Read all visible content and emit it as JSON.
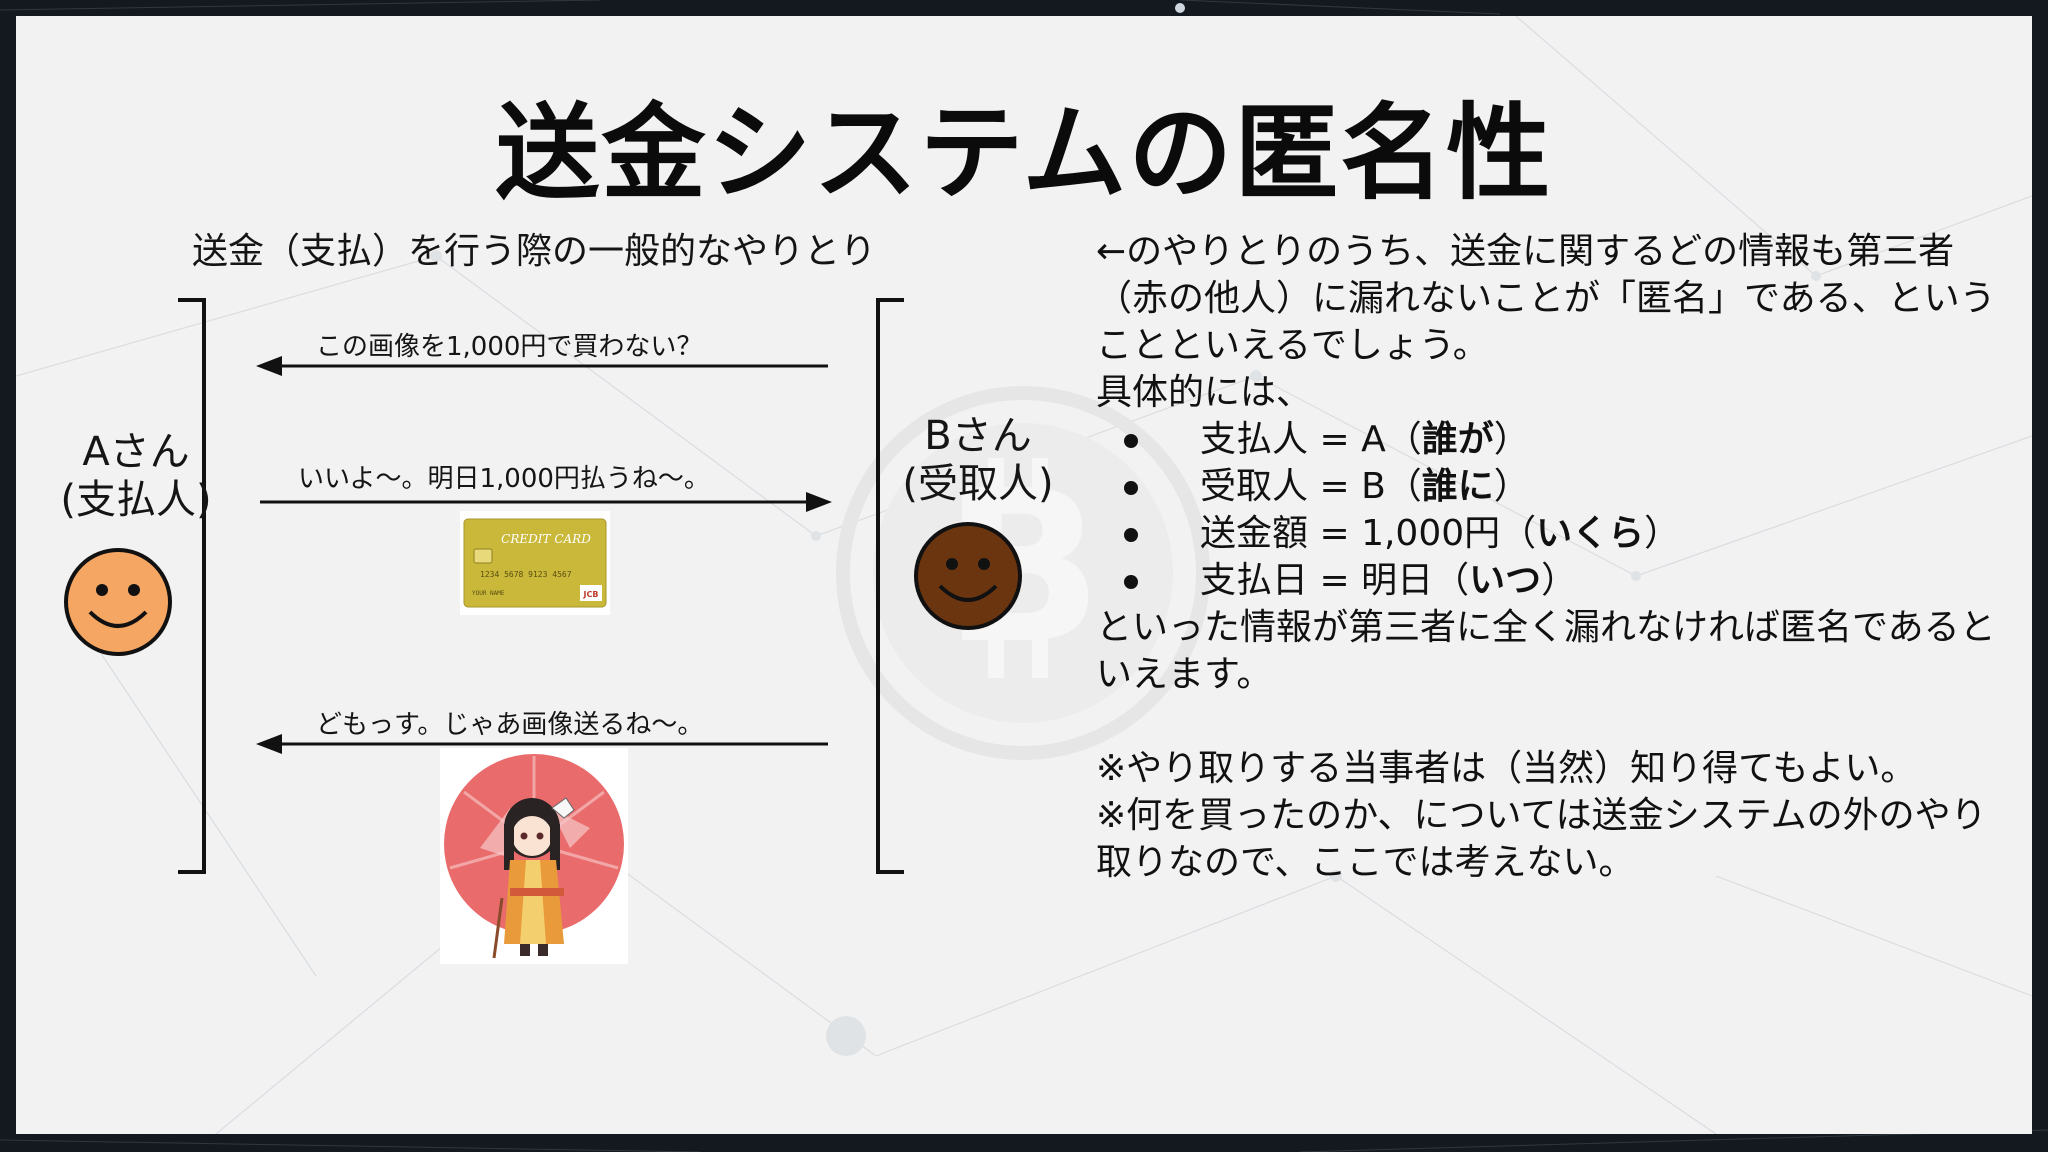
{
  "slide": {
    "title": "送金システムの匿名性",
    "subtitle": "送金（支払）を行う際の一般的なやりとり"
  },
  "actors": {
    "a_label_1": "Aさん",
    "a_label_2": "(支払人)",
    "b_label_1": "Bさん",
    "b_label_2": "(受取人)",
    "a_face_color": "#f4a662",
    "b_face_color": "#6b3510"
  },
  "messages": [
    {
      "text": "この画像を1,000円で買わない？",
      "direction": "B→A"
    },
    {
      "text": "いいよ～。明日1,000円払うね～。",
      "direction": "A→B"
    },
    {
      "text": "どもっす。じゃあ画像送るね～。",
      "direction": "B→A"
    }
  ],
  "card": {
    "brand": "CREDIT CARD",
    "number": "1234 5678 9123 4567",
    "name": "YOUR NAME",
    "issuer": "JCB"
  },
  "explanation": {
    "intro": "←のやりとりのうち、送金に関するどの情報も第三者（赤の他人）に漏れないことが「匿名」である、ということといえるでしょう。",
    "lead": "具体的には、",
    "items": [
      {
        "term": "支払人",
        "value": "= A（",
        "emph": "誰が",
        "close": "）"
      },
      {
        "term": "受取人",
        "value": "= B（",
        "emph": "誰に",
        "close": "）"
      },
      {
        "term": "送金額",
        "value": "= 1,000円（",
        "emph": "いくら",
        "close": "）"
      },
      {
        "term": "支払日",
        "value": "= 明日（",
        "emph": "いつ",
        "close": "）"
      }
    ],
    "conclusion": "といった情報が第三者に全く漏れなければ匿名であるといえます。",
    "note1": "※やり取りする当事者は（当然）知り得てもよい。",
    "note2": "※何を買ったのか、については送金システムの外のやり取りなので、ここでは考えない。"
  }
}
